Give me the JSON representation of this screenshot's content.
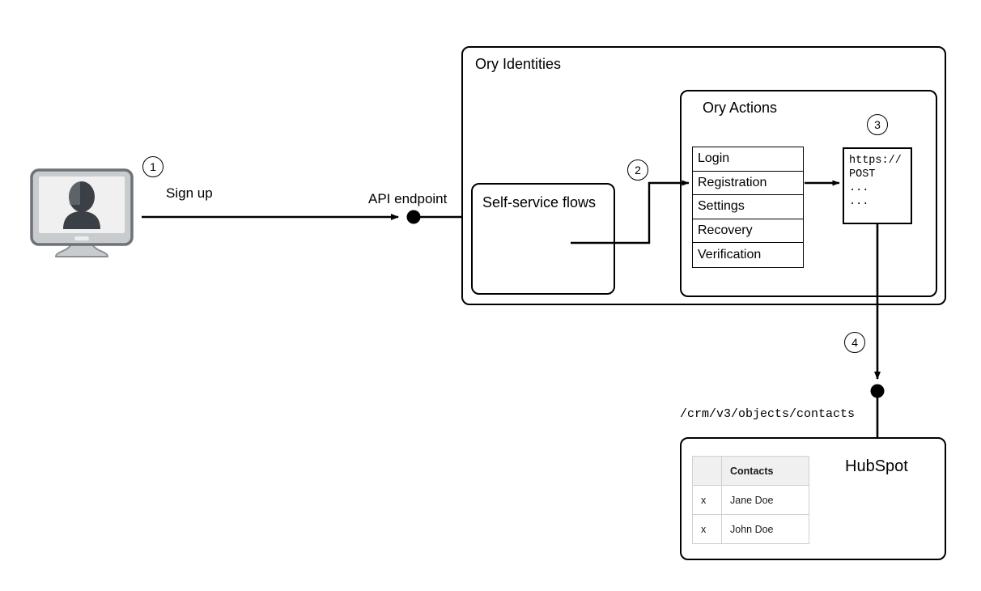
{
  "diagram": {
    "title_hidden": "",
    "steps": [
      {
        "number": "1"
      },
      {
        "number": "2"
      },
      {
        "number": "3"
      },
      {
        "number": "4"
      }
    ],
    "labels": {
      "sign_up": "Sign up",
      "api_endpoint": "API endpoint",
      "crm_path": "/crm/v3/objects/contacts",
      "hubspot": "HubSpot"
    },
    "groups": {
      "ory_identities": "Ory Identities",
      "ory_actions": "Ory Actions",
      "self_service_flows": "Self-service flows"
    },
    "action_list": [
      {
        "label": "Login"
      },
      {
        "label": "Registration"
      },
      {
        "label": "Settings"
      },
      {
        "label": "Recovery"
      },
      {
        "label": "Verification"
      }
    ],
    "code_box": {
      "lines": [
        "https://",
        "POST",
        "...",
        "..."
      ]
    },
    "contacts_table": {
      "columns": [
        "",
        "Contacts"
      ],
      "rows": [
        {
          "mark": "x",
          "name": "Jane Doe"
        },
        {
          "mark": "x",
          "name": "John Doe"
        }
      ]
    },
    "icons": {
      "user_monitor": "monitor-user-icon"
    },
    "colors": {
      "stroke": "#000000",
      "background": "#ffffff",
      "table_header_bg": "#f0f0f0",
      "table_border": "#d0d0d0",
      "monitor_frame": "#6d7278",
      "monitor_screen": "#f0f0f0",
      "monitor_stand": "#c9cccf",
      "avatar": "#3b4046"
    }
  }
}
